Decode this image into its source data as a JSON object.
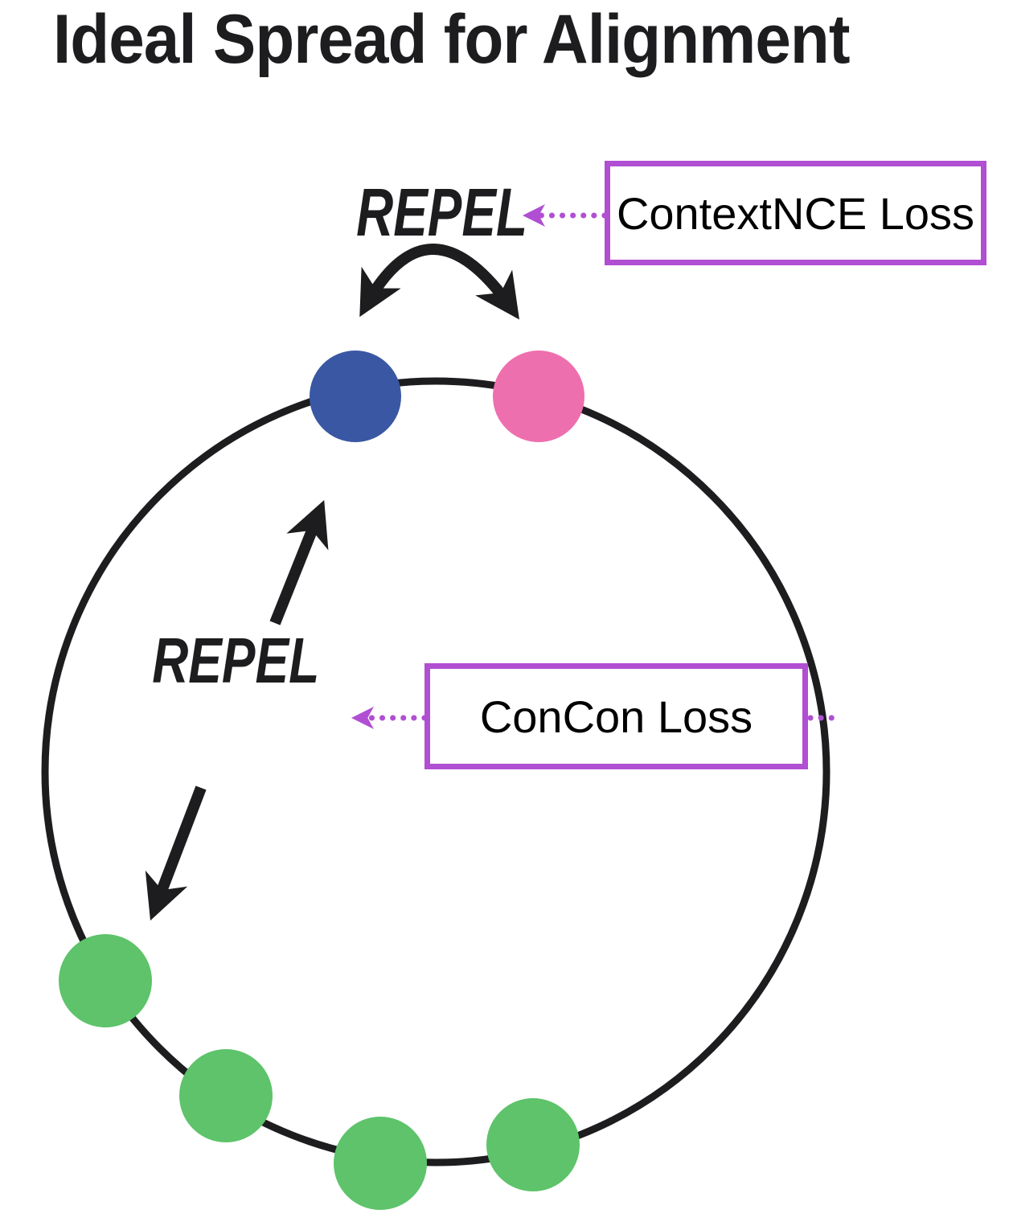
{
  "title": "Ideal Spread for Alignment",
  "labels": {
    "repel_top": "REPEL",
    "repel_inner": "REPEL",
    "contextnce": "ContextNCE Loss",
    "concon": "ConCon Loss"
  },
  "colors": {
    "ink": "#1d1d1f",
    "purple": "#b04fd2",
    "blue_dot": "#3a57a3",
    "pink_dot": "#ee6fae",
    "green_dot": "#5ec36a"
  }
}
